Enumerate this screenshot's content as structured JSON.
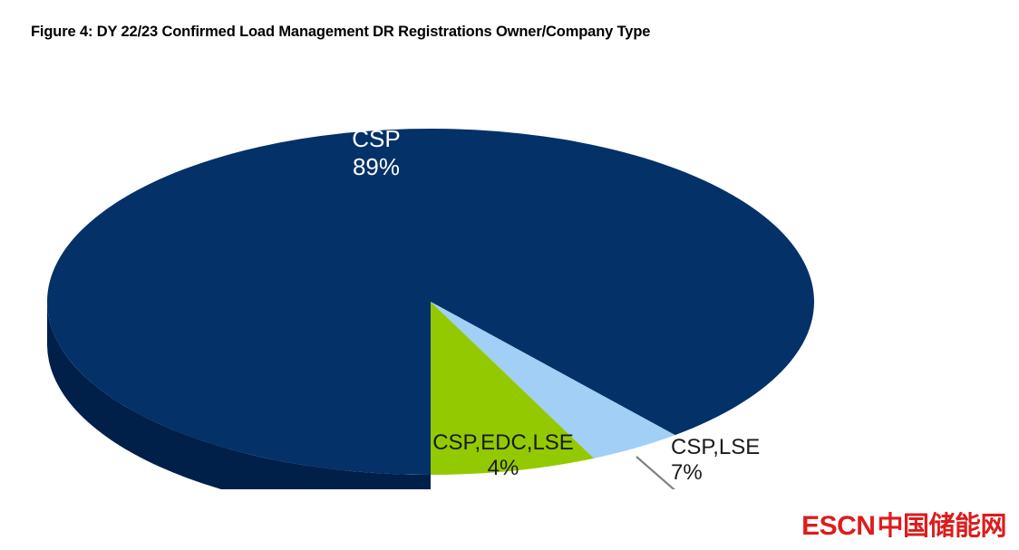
{
  "figure": {
    "title": "Figure 4:  DY 22/23 Confirmed Load Management DR Registrations Owner/Company Type"
  },
  "watermark": {
    "latin": "ESCN",
    "cjk": "中国储能网",
    "color": "#dd1c1c"
  },
  "chart_data": {
    "type": "pie",
    "title": "Figure 4:  DY 22/23 Confirmed Load Management DR Registrations Owner/Company Type",
    "xlabel": "",
    "ylabel": "",
    "three_d": true,
    "grid": false,
    "legend": "none",
    "labels_inside_and_outside": true,
    "categories": [
      "CSP",
      "CSP,EDC,LSE",
      "CSP,LSE"
    ],
    "values": [
      89,
      4,
      7
    ],
    "value_labels": [
      "89%",
      "4%",
      "7%"
    ],
    "units": "percent",
    "colors": [
      "#033168",
      "#a1cff5",
      "#93c901"
    ],
    "side_colors": [
      "#002049",
      "#4a6680",
      "#3d5205"
    ],
    "slices": [
      {
        "name": "CSP",
        "value": 89,
        "value_label": "89%",
        "top_color": "#033168",
        "side_color": "#002049",
        "label_placement": "inside",
        "label_color": "#ffffff"
      },
      {
        "name": "CSP,EDC,LSE",
        "value": 4,
        "value_label": "4%",
        "top_color": "#a1cff5",
        "side_color": "#4a6680",
        "label_placement": "outside-below",
        "label_color": "#1a1a1a"
      },
      {
        "name": "CSP,LSE",
        "value": 7,
        "value_label": "7%",
        "top_color": "#93c901",
        "side_color": "#3d5205",
        "label_placement": "outside-right-with-leader",
        "label_color": "#1a1a1a",
        "leader_line_color": "#808080"
      }
    ]
  }
}
